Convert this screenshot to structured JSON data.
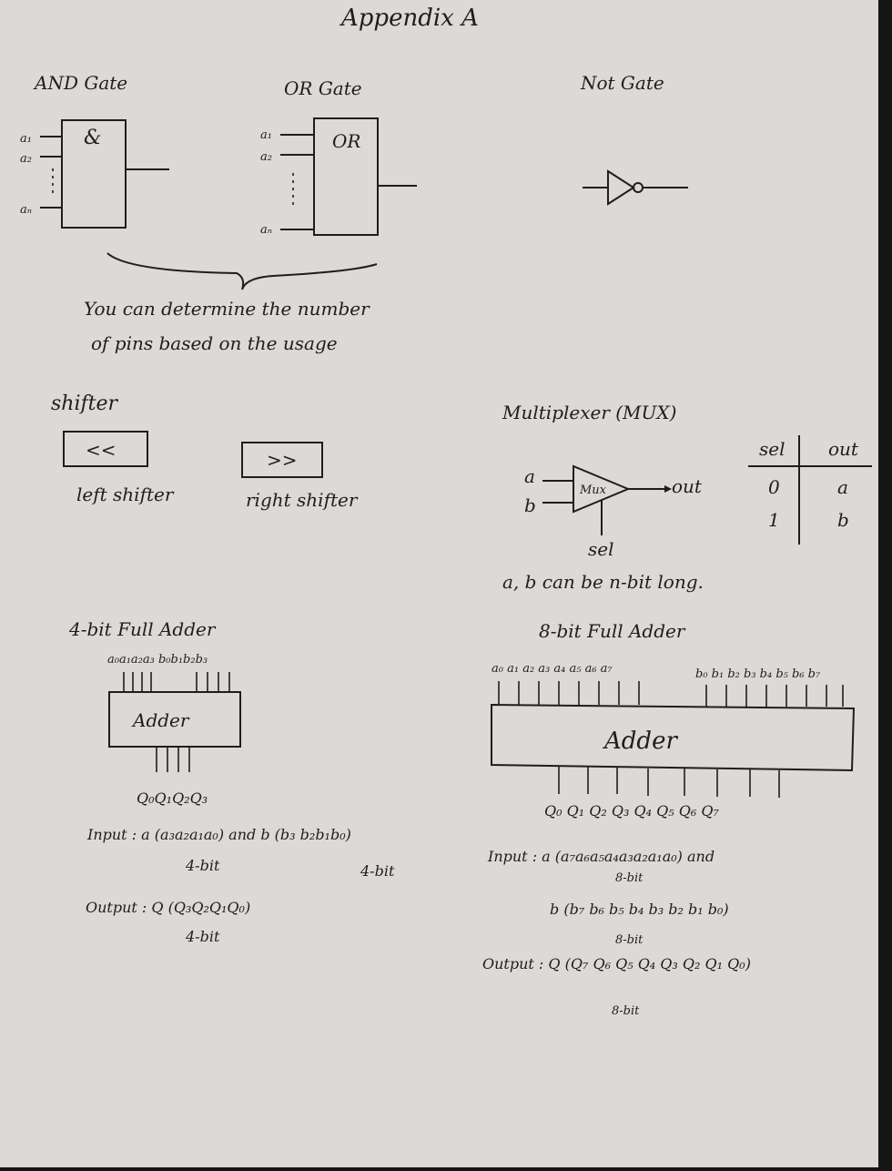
{
  "title": "Appendix  A",
  "gates": {
    "and": {
      "label": "AND Gate",
      "symbol": "&",
      "pins": [
        "a₁",
        "a₂",
        "aₙ"
      ]
    },
    "or": {
      "label": "OR Gate",
      "symbol": "OR",
      "pins": [
        "a₁",
        "a₂",
        "aₙ"
      ]
    },
    "not": {
      "label": "Not Gate"
    }
  },
  "pins_note": [
    "You can determine the number",
    "of pins based on the usage"
  ],
  "shifter": {
    "label": "shifter",
    "left": {
      "symbol": "<<",
      "caption": "left shifter"
    },
    "right": {
      "symbol": ">>",
      "caption": "right shifter"
    }
  },
  "mux": {
    "label": "Multiplexer (MUX)",
    "box": "Mux",
    "in_a": "a",
    "in_b": "b",
    "out": "out",
    "sel": "sel",
    "note": "a, b can be n-bit long.",
    "table": {
      "headers": [
        "sel",
        "out"
      ],
      "rows": [
        [
          "0",
          "a"
        ],
        [
          "1",
          "b"
        ]
      ]
    }
  },
  "adder4": {
    "label": "4-bit  Full  Adder",
    "inputs": "a₀a₁a₂a₃  b₀b₁b₂b₃",
    "box": "Adder",
    "outputs": "Q₀Q₁Q₂Q₃",
    "input_line": "Input :  a (a₃a₂a₁a₀) and b (b₃ b₂b₁b₀)",
    "input_bits_a": "4-bit",
    "input_bits_b": "4-bit",
    "output_line": "Output :  Q (Q₃Q₂Q₁Q₀)",
    "output_bits": "4-bit"
  },
  "adder8": {
    "label": "8-bit   Full   Adder",
    "inputs_a": "a₀ a₁ a₂ a₃ a₄ a₅ a₆ a₇",
    "inputs_b": "b₀ b₁ b₂ b₃ b₄ b₅ b₆ b₇",
    "box": "Adder",
    "outputs": "Q₀  Q₁  Q₂  Q₃  Q₄  Q₅  Q₆  Q₇",
    "input_line": "Input :  a (a₇a₆a₅a₄a₃a₂a₁a₀)  and",
    "input_bits_a": "8-bit",
    "input_b_line": "b (b₇ b₆ b₅ b₄ b₃ b₂ b₁ b₀)",
    "input_bits_b": "8-bit",
    "output_line": "Output :  Q (Q₇ Q₆ Q₅ Q₄ Q₃ Q₂ Q₁ Q₀)",
    "output_bits": "8-bit"
  }
}
